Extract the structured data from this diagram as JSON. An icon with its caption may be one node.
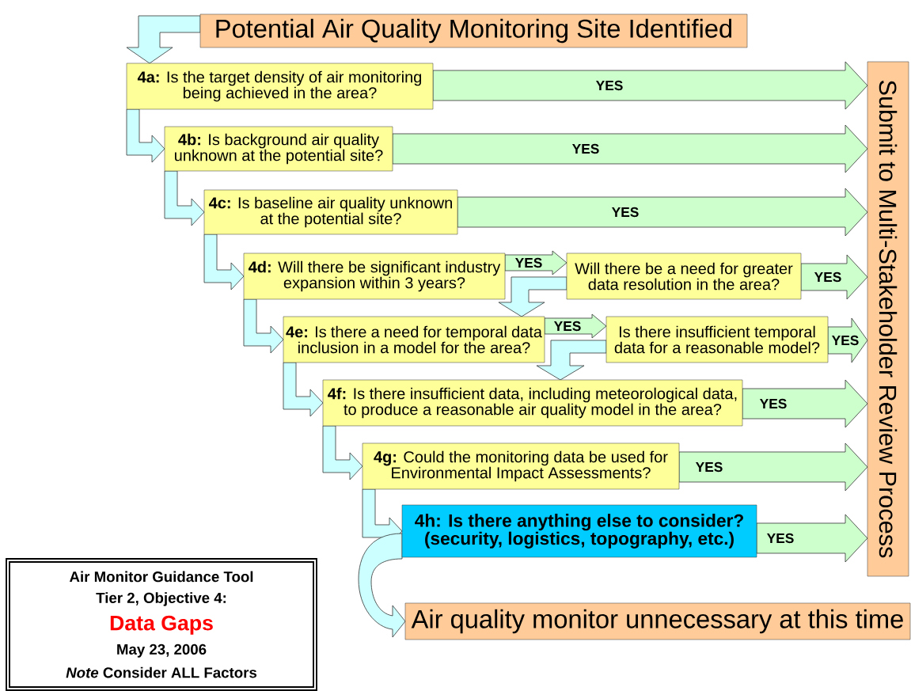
{
  "diagram": {
    "nodes": [
      {
        "text": [
          "Potential Air Quality Monitoring Site Identified"
        ]
      },
      {
        "text": [
          "**4a:** Is the target density of air monitoring being achieved in the area?"
        ]
      },
      {
        "text": [
          "**4b:** Is background air quality unknown at the potential site?"
        ]
      },
      {
        "text": [
          "**4c:** Is baseline air quality unknown at the potential site?"
        ]
      },
      {
        "text": [
          "**4d:** Will there be significant industry expansion within 3 years?"
        ]
      },
      {
        "text": [
          "Will there be a need for greater data resolution in the area?"
        ]
      },
      {
        "text": [
          "**4e:** Is there a need for temporal data inclusion in a model for the area?"
        ]
      },
      {
        "text": [
          "Is there insufficient temporal data for a reasonable model?"
        ]
      },
      {
        "text": [
          "**4f:** Is there insufficient data, including meteorological data, to produce a reasonable air quality model in the area?"
        ]
      },
      {
        "text": [
          "**4g:** Could the monitoring data be used for Environmental Impact Assessments?"
        ]
      },
      {
        "text": [
          "4h: Is there anything else to consider? (security, logistics, topography, etc.)"
        ]
      },
      {
        "text": [
          "Submit to Multi-Stakeholder Review Process"
        ]
      },
      {
        "text": [
          "Air quality monitor unnecessary at this time"
        ]
      },
      {
        "text": [
          "Air Monitor Guidance Tool",
          "Tier 2, Objective 4:",
          "Data Gaps",
          "May 23, 2006",
          "*Note* Consider ALL Factors"
        ]
      }
    ],
    "edges": [
      {
        "from": 0,
        "to": 1,
        "arrow": "to"
      },
      {
        "from": 1,
        "to": 11,
        "arrow": "to",
        "label": "YES"
      },
      {
        "from": 1,
        "to": 2,
        "arrow": "to"
      },
      {
        "from": 2,
        "to": 11,
        "arrow": "to",
        "label": "YES"
      },
      {
        "from": 2,
        "to": 3,
        "arrow": "to"
      },
      {
        "from": 3,
        "to": 11,
        "arrow": "to",
        "label": "YES"
      },
      {
        "from": 3,
        "to": 4,
        "arrow": "to"
      },
      {
        "from": 4,
        "to": 5,
        "arrow": "to",
        "label": "YES"
      },
      {
        "from": 4,
        "to": 6,
        "arrow": "to"
      },
      {
        "from": 5,
        "to": 11,
        "arrow": "to",
        "label": "YES"
      },
      {
        "from": 5,
        "to": 6,
        "arrow": "to"
      },
      {
        "from": 6,
        "to": 7,
        "arrow": "to",
        "label": "YES"
      },
      {
        "from": 6,
        "to": 8,
        "arrow": "to"
      },
      {
        "from": 7,
        "to": 11,
        "arrow": "to",
        "label": "YES"
      },
      {
        "from": 7,
        "to": 8,
        "arrow": "to"
      },
      {
        "from": 8,
        "to": 11,
        "arrow": "to",
        "label": "YES"
      },
      {
        "from": 8,
        "to": 9,
        "arrow": "to"
      },
      {
        "from": 9,
        "to": 11,
        "arrow": "to",
        "label": "YES"
      },
      {
        "from": 9,
        "to": 10,
        "arrow": "to"
      },
      {
        "from": 10,
        "to": 11,
        "arrow": "to",
        "label": "YES"
      },
      {
        "from": 10,
        "to": 12,
        "arrow": "to"
      }
    ]
  }
}
